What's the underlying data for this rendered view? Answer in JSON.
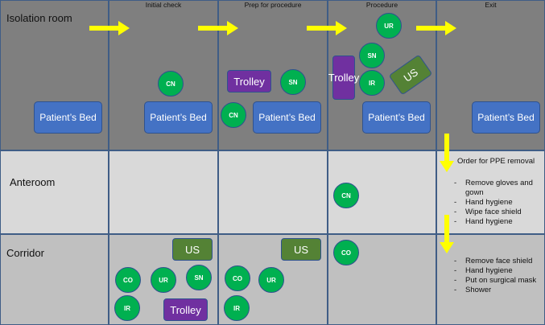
{
  "columns": [
    "",
    "Initial check",
    "Prep for procedure",
    "Procedure",
    "Exit"
  ],
  "rows": [
    "Isolation room",
    "Anteroom",
    "Corridor"
  ],
  "bed_label": "Patient’s Bed",
  "staff": {
    "cn": "CN",
    "sn": "SN",
    "ur": "UR",
    "ir": "IR",
    "co": "CO"
  },
  "equipment": {
    "trolley": "Trolley",
    "us": "US"
  },
  "ppe": {
    "title": "Order for PPE removal",
    "anteroom_steps": [
      "Remove gloves and gown",
      "Hand hygiene",
      "Wipe face shield",
      "Hand hygiene"
    ],
    "corridor_steps": [
      "Remove face shield",
      "Hand hygiene",
      "Put on surgical mask",
      "Shower"
    ]
  },
  "colors": {
    "isolation_room": "#7f7f7f",
    "anteroom": "#d9d9d9",
    "corridor": "#c0c0c0",
    "bed": "#4472c4",
    "staff": "#00b050",
    "trolley": "#7030a0",
    "ultrasound": "#548235",
    "arrow": "#ffff00"
  }
}
